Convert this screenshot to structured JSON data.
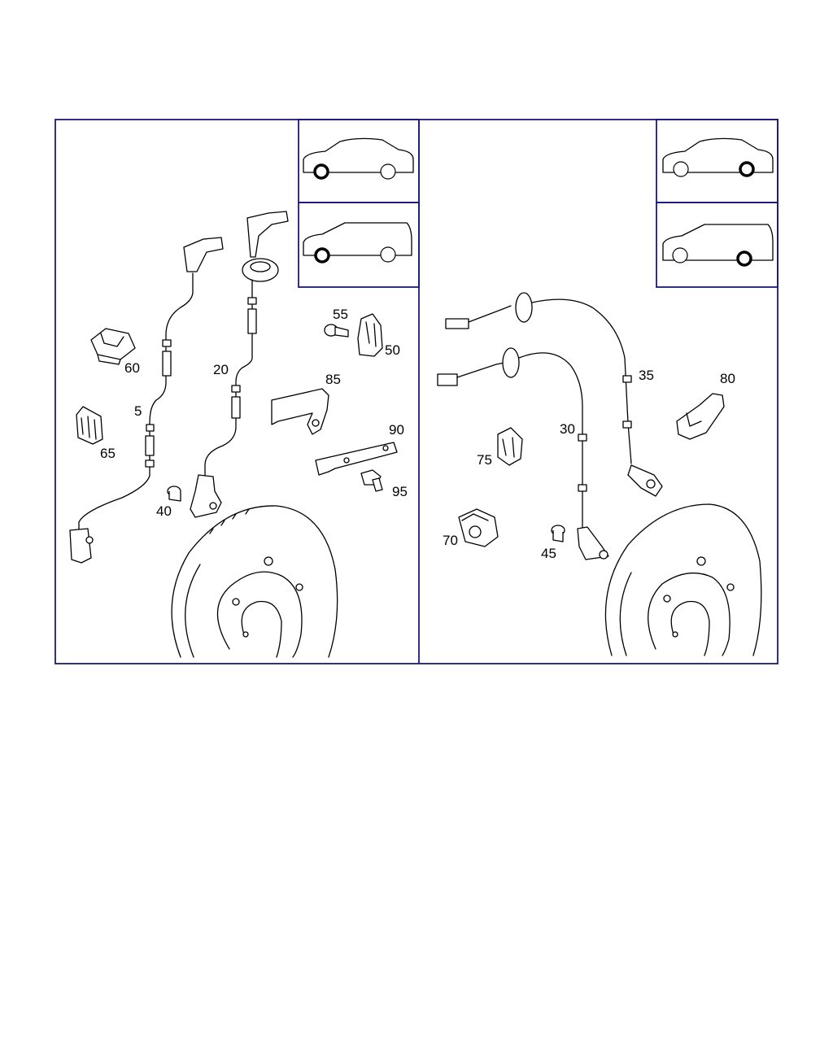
{
  "diagram": {
    "left_panel": {
      "callouts": [
        "60",
        "65",
        "5",
        "20",
        "55",
        "50",
        "85",
        "90",
        "95",
        "40"
      ],
      "vehicle_icons": [
        "sedan-front-wheel",
        "estate-front-wheel"
      ]
    },
    "right_panel": {
      "callouts": [
        "35",
        "80",
        "30",
        "75",
        "70",
        "45"
      ],
      "vehicle_icons": [
        "sedan-rear-wheel",
        "estate-rear-wheel"
      ]
    },
    "colors": {
      "frame": "#1a1a7a",
      "lines": "#000000",
      "background": "#ffffff"
    }
  }
}
